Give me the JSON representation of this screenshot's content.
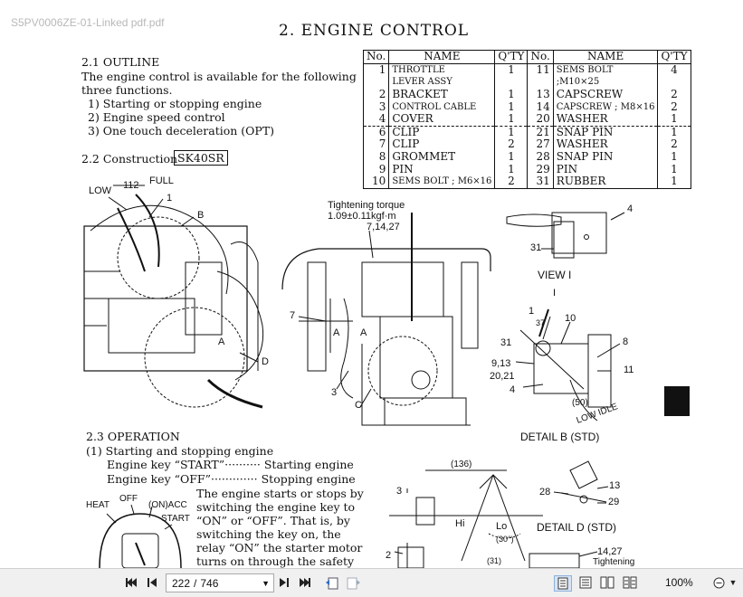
{
  "watermark": "S5PV0006ZE-01-Linked pdf.pdf",
  "doc": {
    "title": "2.  ENGINE CONTROL",
    "outline": {
      "heading": "2.1  OUTLINE",
      "lines": [
        "The engine control is available for the following",
        "three functions."
      ],
      "items": [
        "1)  Starting or stopping engine",
        "2)  Engine speed control",
        "3)  One touch deceleration  (OPT)"
      ]
    },
    "construction": {
      "heading": "2.2  Construction",
      "model": "SK40SR"
    },
    "operation": {
      "heading": "2.3  OPERATION",
      "sub": "(1)  Starting and stopping engine",
      "key_start": "Engine key “START”··········  Starting engine",
      "key_off": "Engine key “OFF”·············  Stopping engine",
      "para": [
        "The engine starts or stops by",
        "switching the engine key to",
        "“ON” or “OFF”. That is, by",
        "switching the key on, the",
        "relay “ON” the starter motor",
        "turns  on through the safety"
      ]
    },
    "parts_table": {
      "headers": [
        "No.",
        "NAME",
        "Q'TY",
        "No.",
        "NAME",
        "Q'TY"
      ],
      "rows": [
        [
          "1",
          "THROTTLE",
          "1",
          "11",
          "SEMS BOLT",
          "4"
        ],
        [
          "",
          "LEVER ASSY",
          "",
          "",
          ";M10×25",
          ""
        ],
        [
          "2",
          "BRACKET",
          "1",
          "13",
          "CAPSCREW",
          "2"
        ],
        [
          "3",
          "CONTROL CABLE",
          "1",
          "14",
          "CAPSCREW ; M8×16",
          "2"
        ],
        [
          "4",
          "COVER",
          "1",
          "20",
          "WASHER",
          "1"
        ],
        [
          "6",
          "CLIP",
          "1",
          "21",
          "SNAP PIN",
          "1"
        ],
        [
          "7",
          "CLIP",
          "2",
          "27",
          "WASHER",
          "2"
        ],
        [
          "8",
          "GROMMET",
          "1",
          "28",
          "SNAP PIN",
          "1"
        ],
        [
          "9",
          "PIN",
          "1",
          "29",
          "PIN",
          "1"
        ],
        [
          "10",
          "SEMS BOLT ; M6×16",
          "2",
          "31",
          "RUBBER",
          "1"
        ]
      ]
    },
    "labels": {
      "low": "LOW",
      "full": "FULL",
      "n112": "112",
      "c1": "1",
      "cB": "B",
      "cD": "D",
      "cA": "A",
      "torque1": "Tightening torque",
      "torque2": "1.09±0.11kgf·m",
      "t71427": "7,14,27",
      "c7": "7",
      "c3": "3",
      "cC": "C",
      "cA2": "A",
      "cA3": "A",
      "c4": "4",
      "c31": "31",
      "view": "VIEW   I",
      "vI": "I",
      "v1": "1",
      "v37": "37",
      "v10": "10",
      "v31b": "31",
      "v8": "8",
      "v913": "9,13",
      "v2021": "20,21",
      "v11": "11",
      "v4b": "4",
      "v50": "(50)",
      "lowidle": "LOW IDLE",
      "detailB": "DETAIL  B  (STD)",
      "detailD": "DETAIL  D  (STD)",
      "d13": "13",
      "d28": "28",
      "d29": "29",
      "d1427": "14,27",
      "dTight": "Tightening",
      "b136": "(136)",
      "b3": "3",
      "b2": "2",
      "bHi": "Hi",
      "bLo": "Lo",
      "b30": "(30°)",
      "b31": "(31)",
      "heat": "HEAT",
      "off": "OFF",
      "onacc": "(ON)ACC",
      "start": "START"
    }
  },
  "toolbar": {
    "page_current": "222",
    "page_sep": "/",
    "page_total": "746",
    "zoom": "100%"
  }
}
